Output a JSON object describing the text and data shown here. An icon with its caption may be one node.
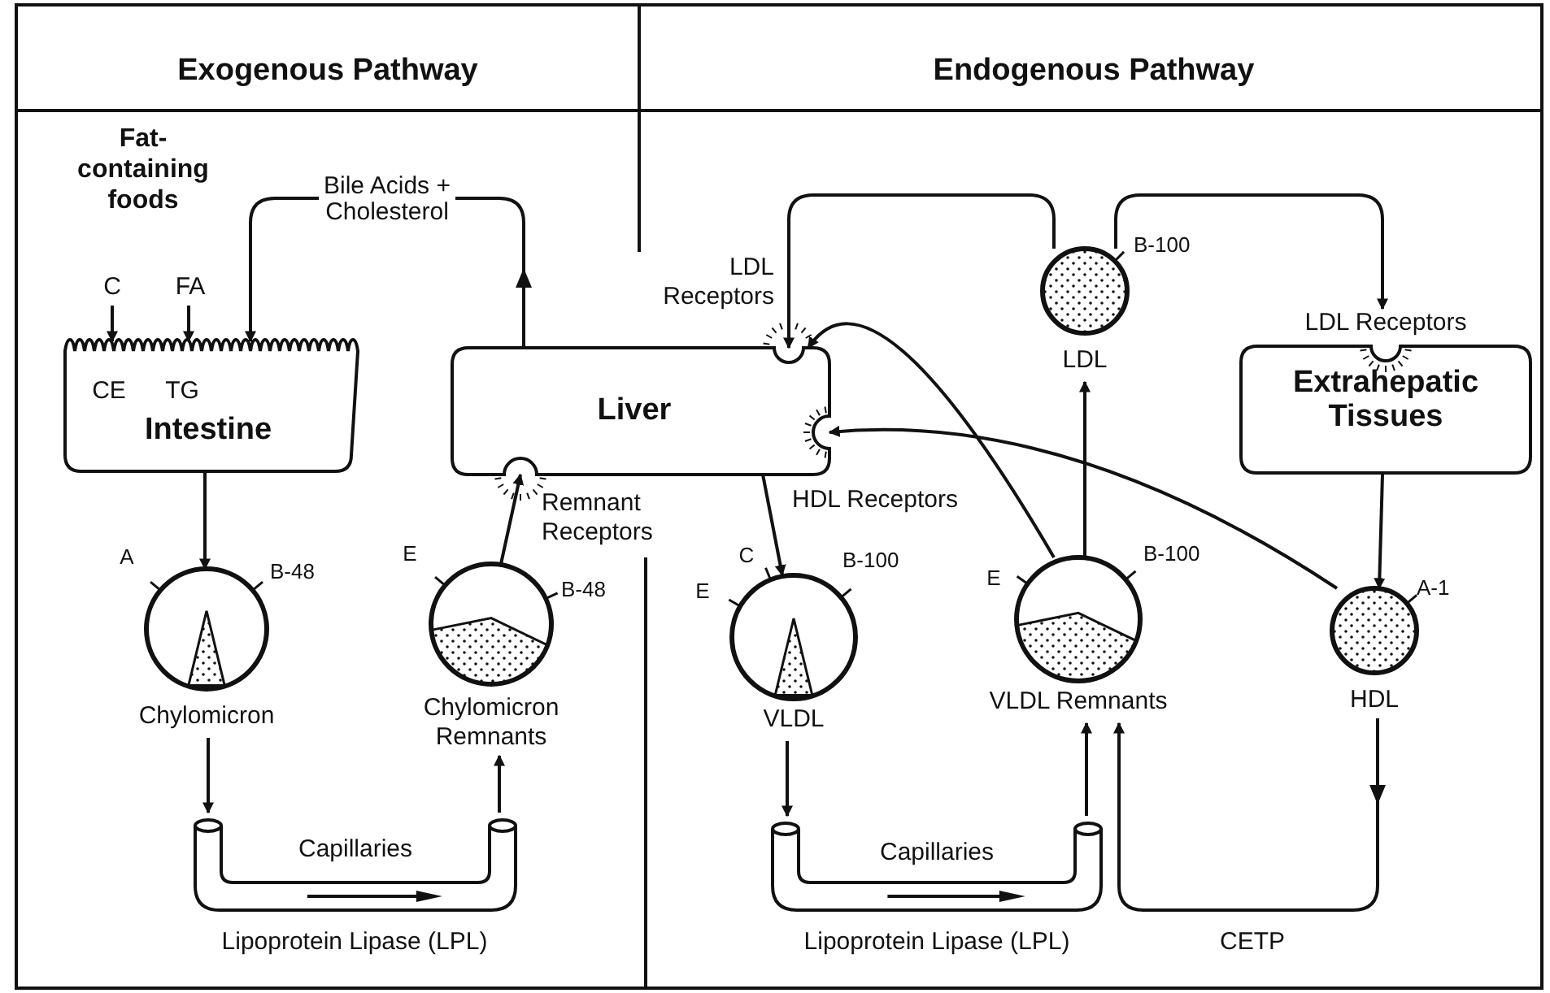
{
  "diagram": {
    "nodes": [
      {
        "text": [
          "CE",
          "TG",
          "Intestine"
        ]
      },
      {
        "text": [
          "C"
        ]
      },
      {
        "text": [
          "FA"
        ]
      },
      {
        "text": [
          "Liver"
        ],
        "beside": [
          "LDL Receptors",
          "HDL Receptors",
          "Remnant Receptors"
        ]
      },
      {
        "text": [
          "Chylomicron"
        ],
        "beside": [
          "A",
          "B-48"
        ]
      },
      {
        "text": [
          "Chylomicron Remnants"
        ],
        "beside": [
          "E",
          "B-48"
        ]
      },
      {
        "text": [
          "Capillaries"
        ],
        "beside": [
          "Lipoprotein Lipase (LPL)"
        ]
      },
      {
        "text": [
          "LDL"
        ],
        "beside": [
          "B-100"
        ]
      },
      {
        "text": [
          "LDL Receptors",
          "Extrahepatic Tissues"
        ]
      },
      {
        "text": [
          "VLDL"
        ],
        "beside": [
          "C",
          "E",
          "B-100"
        ]
      },
      {
        "text": [
          "VLDL Remnants"
        ],
        "beside": [
          "E",
          "B-100"
        ]
      },
      {
        "text": [
          "HDL"
        ],
        "beside": [
          "A-1"
        ]
      },
      {
        "text": [
          "Capillaries"
        ],
        "beside": [
          "Lipoprotein Lipase (LPL)"
        ]
      }
    ],
    "edges": [
      {
        "from": 1,
        "to": 0,
        "arrow": "to"
      },
      {
        "from": 2,
        "to": 0,
        "arrow": "to"
      },
      {
        "from": 3,
        "to": 0,
        "arrow": "to",
        "label": "Bile Acids + Cholesterol"
      },
      {
        "from": 0,
        "to": 4,
        "arrow": "to"
      },
      {
        "from": 4,
        "to": 6,
        "arrow": "to"
      },
      {
        "from": 6,
        "to": 5,
        "arrow": "to"
      },
      {
        "from": 5,
        "to": 3,
        "arrow": "to"
      },
      {
        "from": 3,
        "to": 9,
        "arrow": "to"
      },
      {
        "from": 9,
        "to": 12,
        "arrow": "to"
      },
      {
        "from": 12,
        "to": 10,
        "arrow": "to"
      },
      {
        "from": 10,
        "to": 7,
        "arrow": "to"
      },
      {
        "from": 10,
        "to": 3,
        "arrow": "to"
      },
      {
        "from": 7,
        "to": 3,
        "arrow": "to"
      },
      {
        "from": 7,
        "to": 8,
        "arrow": "to"
      },
      {
        "from": 8,
        "to": 11,
        "arrow": "to"
      },
      {
        "from": 11,
        "to": 3,
        "arrow": "to"
      },
      {
        "from": 11,
        "to": 10,
        "arrow": "to",
        "label": "CETP"
      }
    ],
    "labels": [
      "Exogenous Pathway",
      "Endogenous Pathway",
      "Fat-containing foods"
    ]
  }
}
